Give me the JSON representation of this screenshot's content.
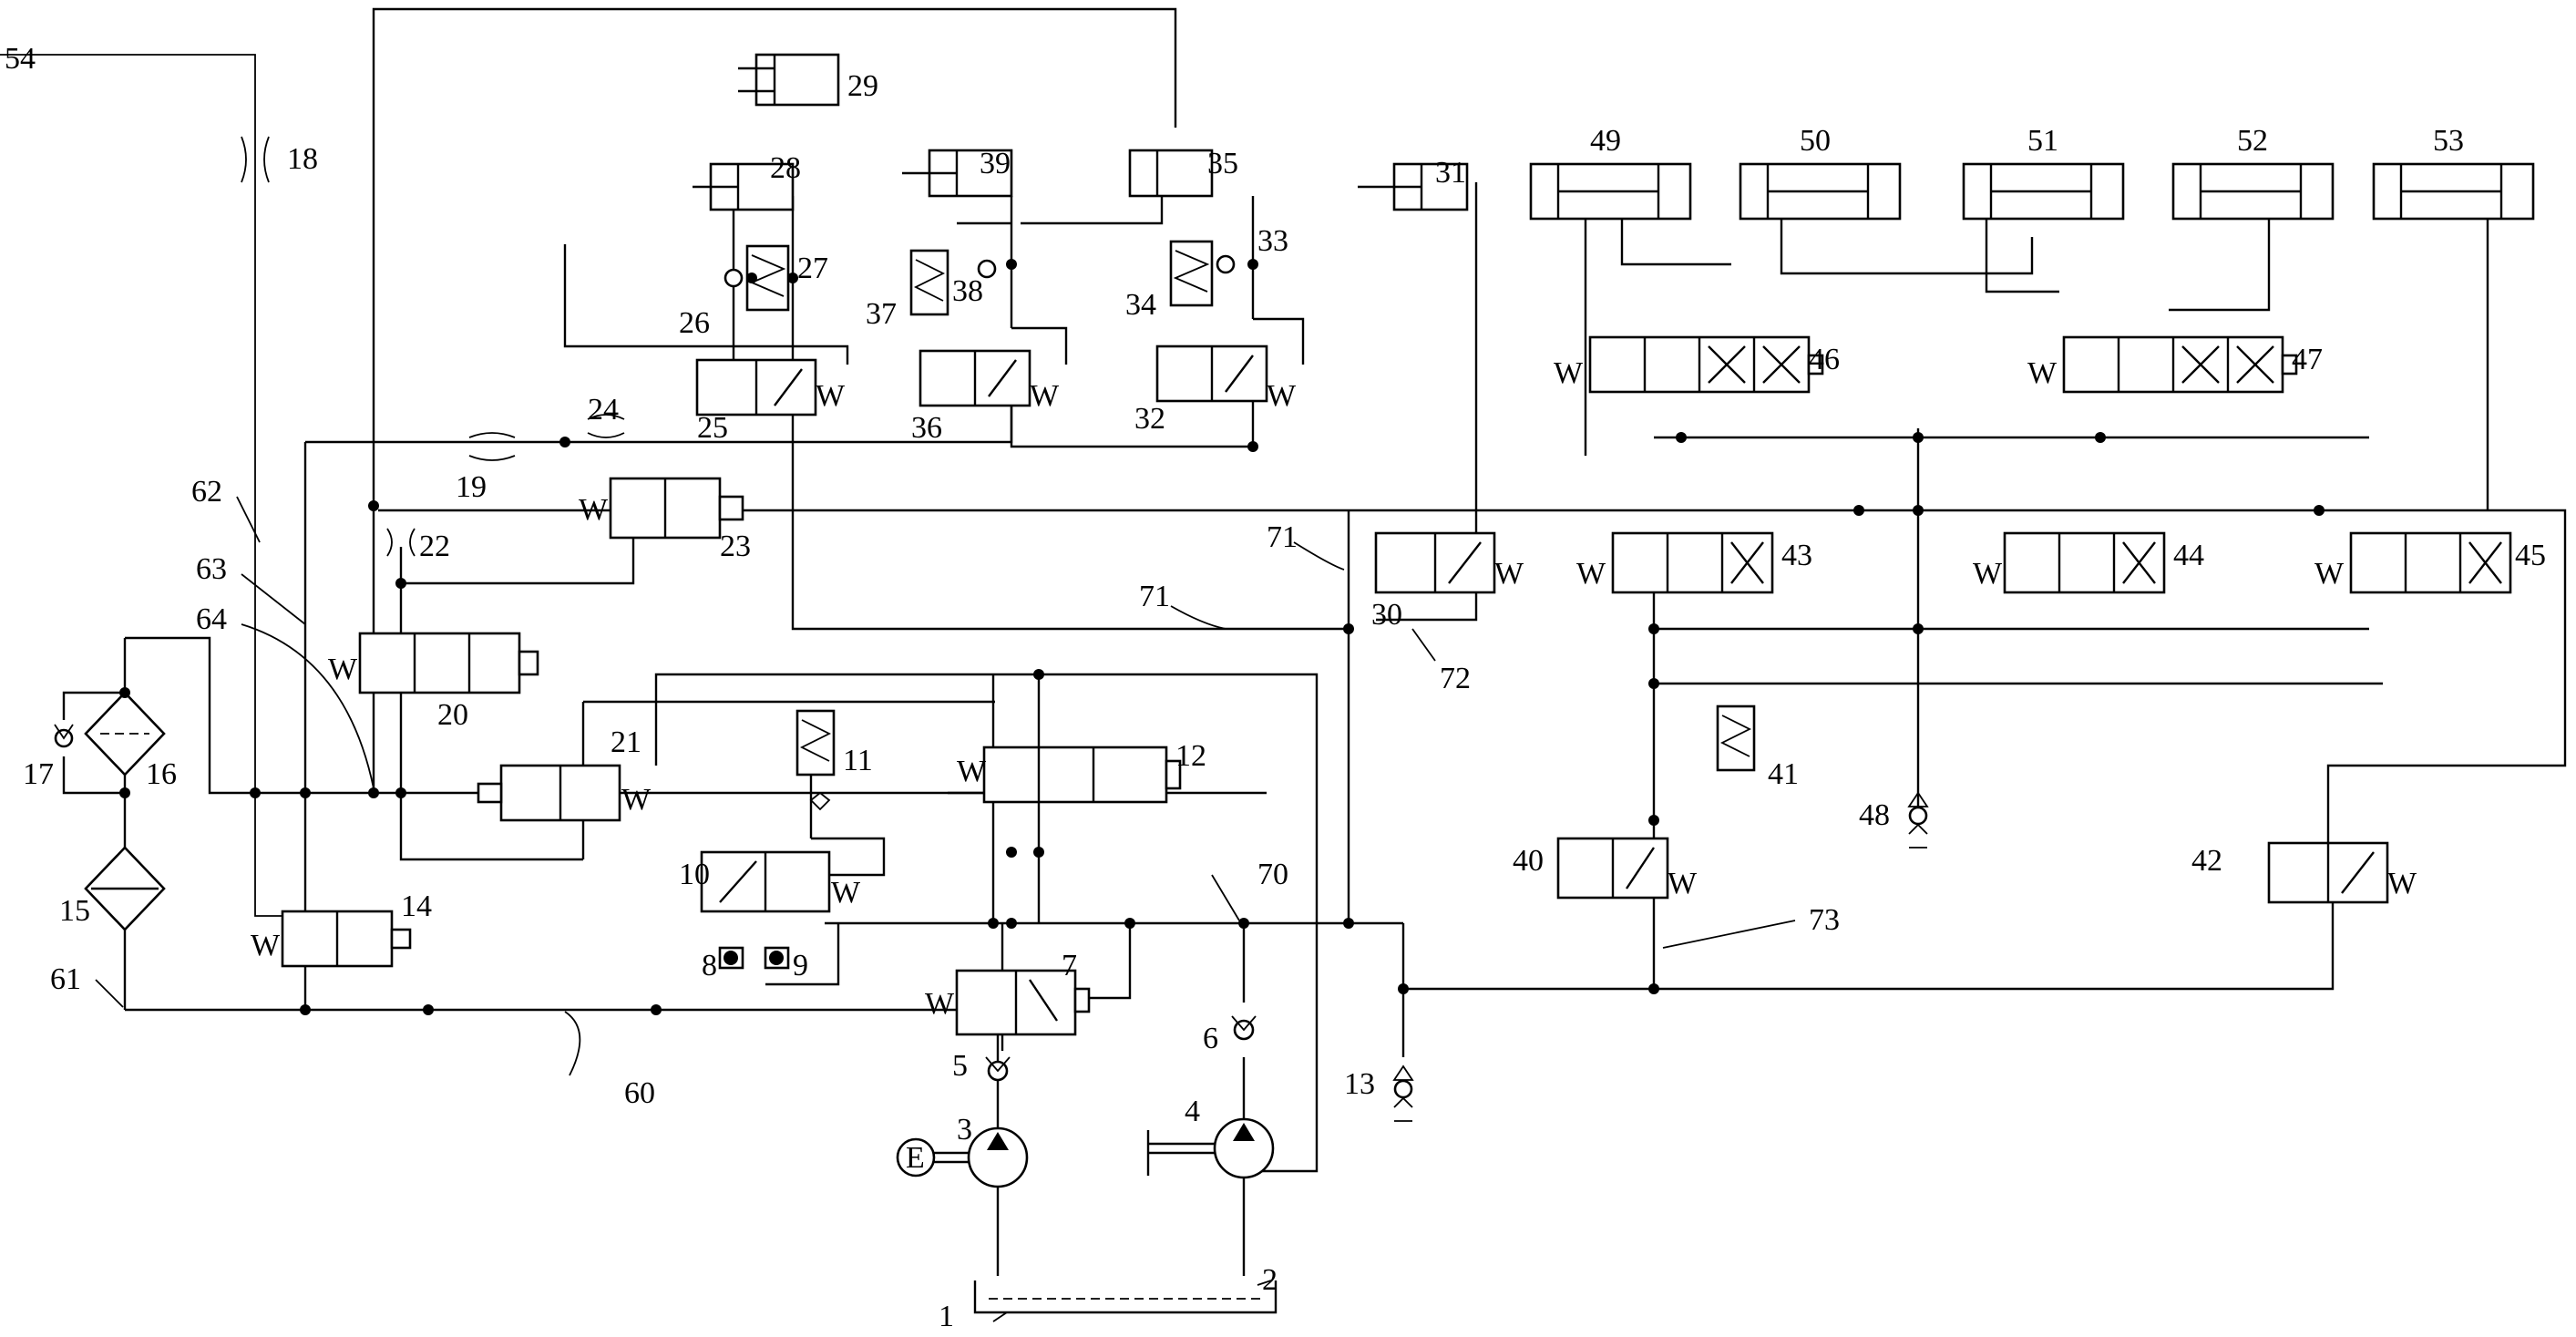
{
  "diagram": {
    "labels": {
      "n1": "1",
      "n2": "2",
      "n3": "3",
      "n4": "4",
      "n5": "5",
      "n6": "6",
      "n7": "7",
      "n8": "8",
      "n9": "9",
      "n10": "10",
      "n11": "11",
      "n12": "12",
      "n13": "13",
      "n14": "14",
      "n15": "15",
      "n16": "16",
      "n17": "17",
      "n18": "18",
      "n19": "19",
      "n20": "20",
      "n21": "21",
      "n22": "22",
      "n23": "23",
      "n24": "24",
      "n25": "25",
      "n26": "26",
      "n27": "27",
      "n28": "28",
      "n29": "29",
      "n30": "30",
      "n31": "31",
      "n32": "32",
      "n33": "33",
      "n34": "34",
      "n35": "35",
      "n36": "36",
      "n37": "37",
      "n38": "38",
      "n39": "39",
      "n40": "40",
      "n41": "41",
      "n42": "42",
      "n43": "43",
      "n44": "44",
      "n45": "45",
      "n46": "46",
      "n47": "47",
      "n48": "48",
      "n49": "49",
      "n50": "50",
      "n51": "51",
      "n52": "52",
      "n53": "53",
      "n54": "54",
      "n60": "60",
      "n61": "61",
      "n62": "62",
      "n63": "63",
      "n64": "64",
      "n70": "70",
      "n71a": "71",
      "n71b": "71",
      "n72": "72",
      "n73": "73"
    },
    "symbols": {
      "electric_motor": "E",
      "solenoid_marker": "W"
    }
  }
}
